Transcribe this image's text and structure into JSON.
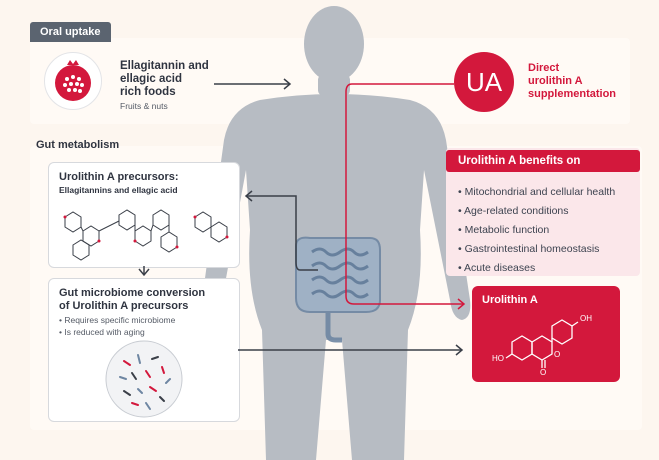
{
  "oral_uptake": {
    "tab": "Oral uptake",
    "food_title_1": "Ellagitannin and",
    "food_title_2": "ellagic acid",
    "food_title_3": "rich foods",
    "food_sub": "Fruits & nuts"
  },
  "ua_badge": {
    "text": "UA",
    "line1": "Direct",
    "line2": "urolithin A",
    "line3": "supplementation"
  },
  "gut": {
    "tab": "Gut metabolism",
    "precursors_title": "Urolithin A precursors:",
    "precursors_sub": "Ellagitannins and ellagic acid",
    "conversion_title_1": "Gut microbiome conversion",
    "conversion_title_2": "of Urolithin A precursors",
    "conversion_items": [
      "Requires specific microbiome",
      "Is reduced with aging"
    ]
  },
  "benefits": {
    "title": "Urolithin A benefits on",
    "items": [
      "Mitochondrial and cellular health",
      "Age-related conditions",
      "Metabolic function",
      "Gastrointestinal homeostasis",
      "Acute diseases"
    ]
  },
  "urolithin_card": {
    "title": "Urolithin A",
    "oh_top": "OH",
    "ho_left": "HO",
    "o_ring": "O",
    "o_carbonyl": "O"
  },
  "colors": {
    "red": "#d3183c",
    "gray": "#5b6470",
    "body": "#b7bcc3"
  }
}
